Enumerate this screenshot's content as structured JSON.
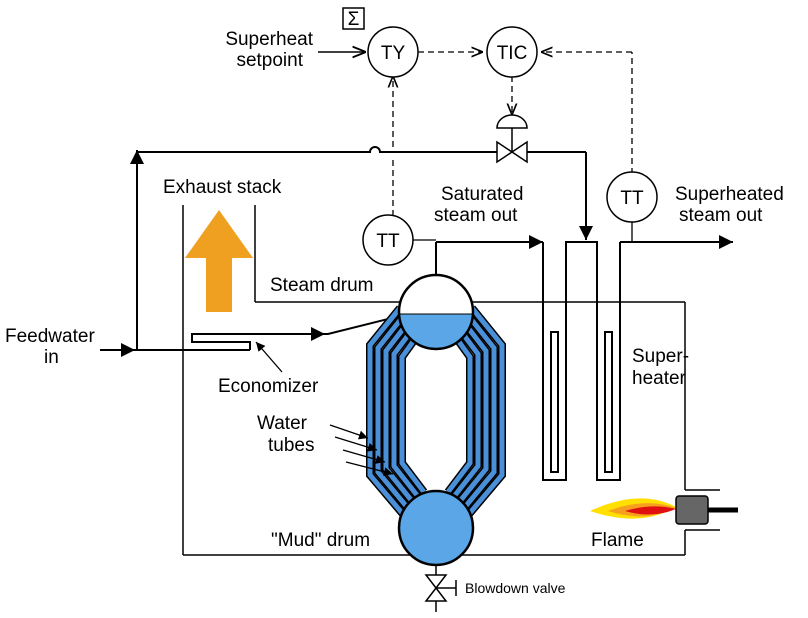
{
  "labels": {
    "superheat_setpoint_line1": "Superheat",
    "superheat_setpoint_line2": "setpoint",
    "sigma_symbol": "Σ",
    "ty": "TY",
    "tic": "TIC",
    "tt_left": "TT",
    "tt_right": "TT",
    "exhaust_stack": "Exhaust stack",
    "saturated_steam_line1": "Saturated",
    "saturated_steam_line2": "steam out",
    "superheated_steam_line1": "Superheated",
    "superheated_steam_line2": "steam out",
    "steam_drum": "Steam drum",
    "feedwater_line1": "Feedwater",
    "feedwater_line2": "in",
    "economizer": "Economizer",
    "water_tubes_line1": "Water",
    "water_tubes_line2": "tubes",
    "superheater_line1": "Super-",
    "superheater_line2": "heater",
    "mud_drum": "\"Mud\" drum",
    "flame": "Flame",
    "blowdown_valve": "Blowdown valve"
  },
  "colors": {
    "water": "#5aa6e6",
    "tube_fill": "#4a90d9",
    "exhaust_arrow": "#f0a020",
    "flame_outer": "#ffe000",
    "flame_mid": "#f7a020",
    "flame_core": "#e01010",
    "burner": "#666666"
  }
}
